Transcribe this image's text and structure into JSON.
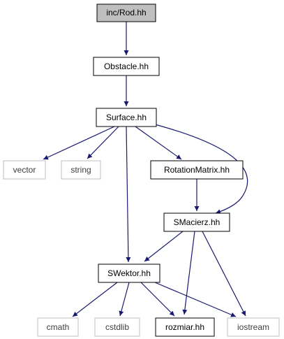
{
  "title": "inc/Rod.hh",
  "colors": {
    "edge": "#191970",
    "root_fill": "#bfbfbf",
    "node_border": "#000000",
    "external_border": "#bfbfbf",
    "external_text": "#404040",
    "text": "#000000"
  },
  "nodes": {
    "rod": {
      "label": "inc/Rod.hh",
      "kind": "root"
    },
    "obstacle": {
      "label": "Obstacle.hh",
      "kind": "internal"
    },
    "surface": {
      "label": "Surface.hh",
      "kind": "internal"
    },
    "vector": {
      "label": "vector",
      "kind": "external"
    },
    "string": {
      "label": "string",
      "kind": "external"
    },
    "rotation": {
      "label": "RotationMatrix.hh",
      "kind": "internal"
    },
    "smacierz": {
      "label": "SMacierz.hh",
      "kind": "internal"
    },
    "swektor": {
      "label": "SWektor.hh",
      "kind": "internal"
    },
    "cmath": {
      "label": "cmath",
      "kind": "external"
    },
    "cstdlib": {
      "label": "cstdlib",
      "kind": "external"
    },
    "rozmiar": {
      "label": "rozmiar.hh",
      "kind": "internal"
    },
    "iostream": {
      "label": "iostream",
      "kind": "external"
    }
  },
  "edges": [
    {
      "from": "rod",
      "to": "obstacle"
    },
    {
      "from": "obstacle",
      "to": "surface"
    },
    {
      "from": "surface",
      "to": "vector"
    },
    {
      "from": "surface",
      "to": "string"
    },
    {
      "from": "surface",
      "to": "rotation"
    },
    {
      "from": "surface",
      "to": "smacierz"
    },
    {
      "from": "surface",
      "to": "swektor"
    },
    {
      "from": "rotation",
      "to": "smacierz"
    },
    {
      "from": "smacierz",
      "to": "swektor"
    },
    {
      "from": "smacierz",
      "to": "rozmiar"
    },
    {
      "from": "smacierz",
      "to": "iostream"
    },
    {
      "from": "swektor",
      "to": "cmath"
    },
    {
      "from": "swektor",
      "to": "cstdlib"
    },
    {
      "from": "swektor",
      "to": "rozmiar"
    },
    {
      "from": "swektor",
      "to": "iostream"
    }
  ]
}
